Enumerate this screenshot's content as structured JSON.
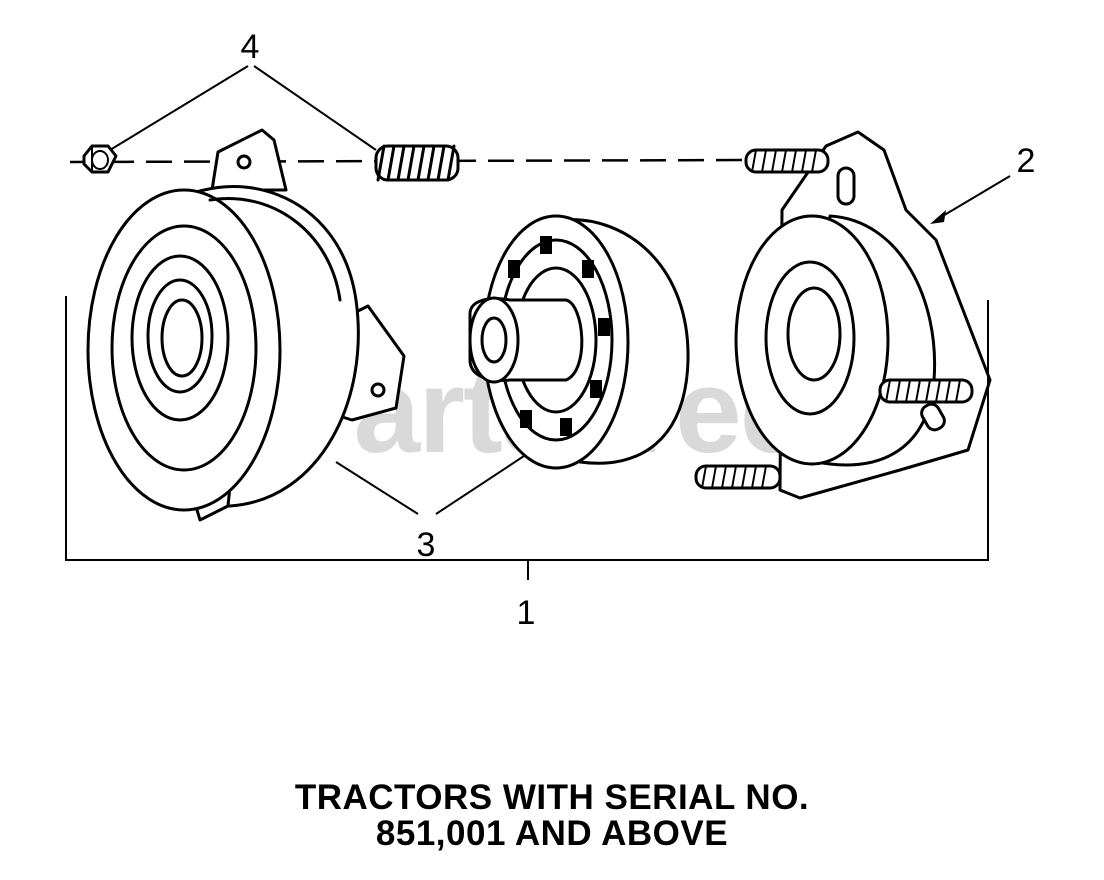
{
  "diagram": {
    "watermark": "PartsTree",
    "callouts": {
      "c1": "1",
      "c2": "2",
      "c3": "3",
      "c4": "4"
    },
    "caption": {
      "line1": "TRACTORS WITH SERIAL NO.",
      "line2": "851,001 AND ABOVE"
    },
    "icons": [
      "clutch-housing",
      "bearing-armature",
      "brake-plate",
      "nut",
      "spring",
      "stud-bolt"
    ],
    "colors": {
      "ink": "#000000",
      "paper": "#ffffff",
      "watermark": "#d9d9d9"
    }
  }
}
